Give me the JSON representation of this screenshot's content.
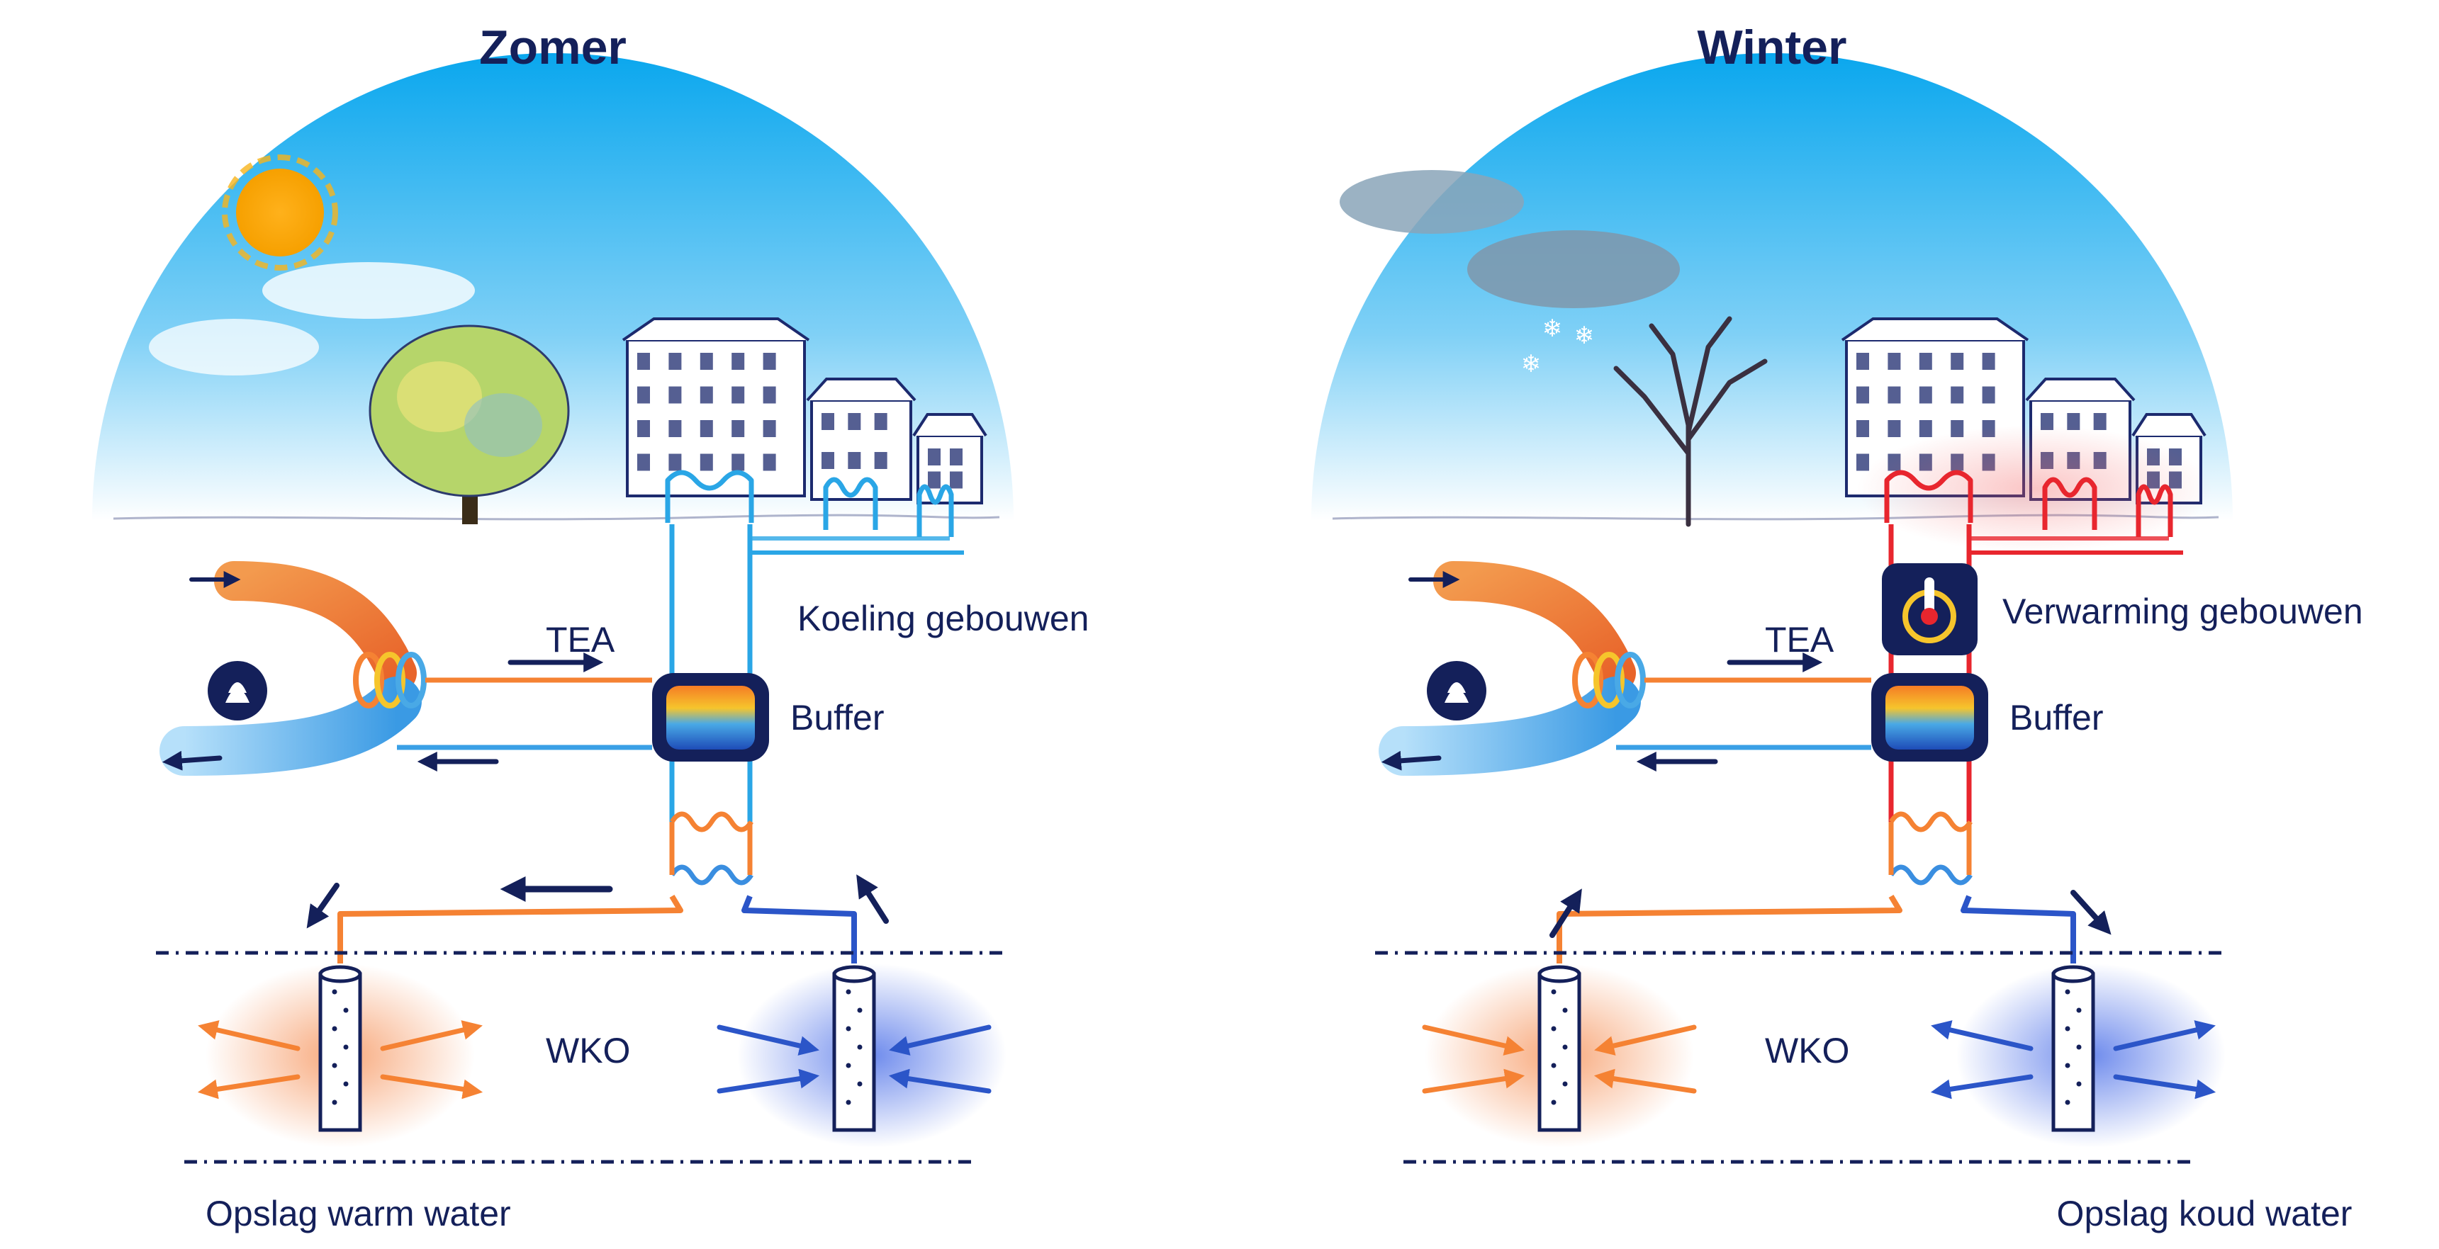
{
  "panels": [
    {
      "title": "Zomer",
      "season": "summer",
      "labels": {
        "tea": "TEA",
        "distribution": "Koeling gebouwen",
        "buffer": "Buffer",
        "wko": "WKO",
        "storage": "Opslag warm water"
      },
      "distribution_color": "#2aa6e6",
      "icons": [
        "sun-icon",
        "leafy-tree-icon",
        "buildings-icon",
        "sewage-pipe-icon",
        "poop-icon",
        "buffer-tank-icon",
        "heat-exchanger-icon",
        "warm-well-icon",
        "cold-well-icon"
      ]
    },
    {
      "title": "Winter",
      "season": "winter",
      "labels": {
        "tea": "TEA",
        "distribution": "Verwarming gebouwen",
        "buffer": "Buffer",
        "wko": "WKO",
        "storage": "Opslag koud water"
      },
      "distribution_color": "#e8262e",
      "icons": [
        "cloud-icon",
        "snowflake-icon",
        "bare-tree-icon",
        "buildings-icon",
        "sewage-pipe-icon",
        "poop-icon",
        "heat-pump-icon",
        "buffer-tank-icon",
        "heat-exchanger-icon",
        "warm-well-icon",
        "cold-well-icon"
      ]
    }
  ],
  "colors": {
    "navy": "#14205a",
    "sky_top": "#0aa7ee",
    "sky_bottom": "#ffffff",
    "warm_pipe": "#f58233",
    "cold_pipe": "#2a8ee0",
    "deep_cold": "#2b55c8",
    "heating_red": "#e8262e"
  }
}
